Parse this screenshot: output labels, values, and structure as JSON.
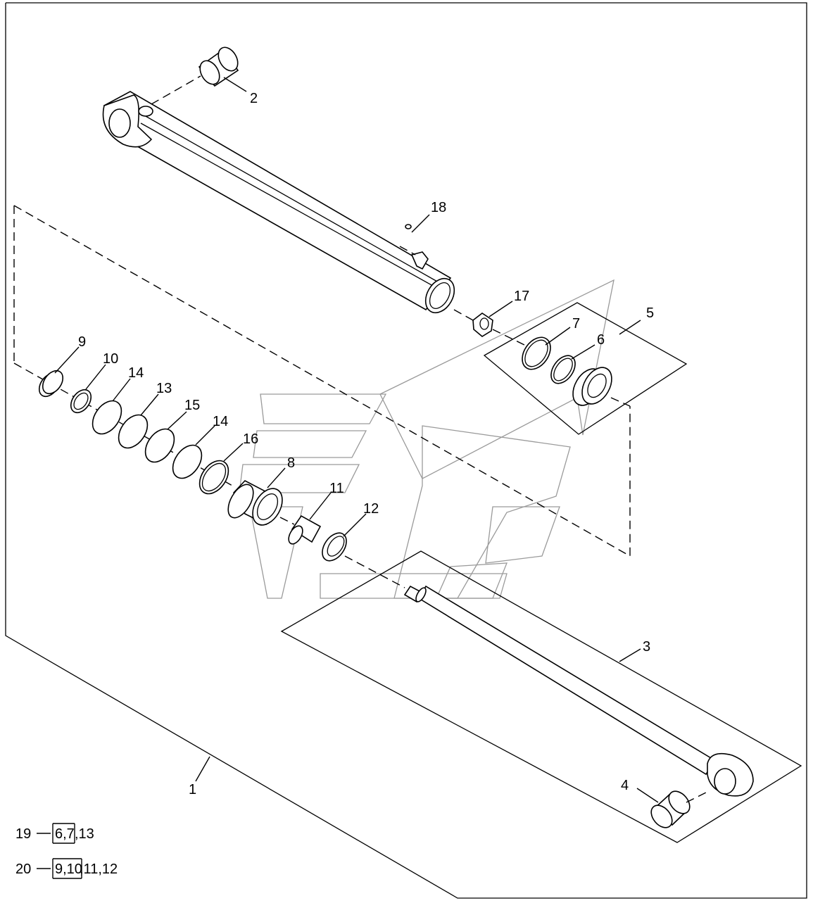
{
  "callouts": {
    "c1": "1",
    "c2": "2",
    "c3": "3",
    "c4": "4",
    "c5": "5",
    "c6": "6",
    "c7": "7",
    "c8": "8",
    "c9": "9",
    "c10": "10",
    "c11": "11",
    "c12": "12",
    "c13": "13",
    "c14a": "14",
    "c14b": "14",
    "c15": "15",
    "c16": "16",
    "c17": "17",
    "c18": "18"
  },
  "kits": [
    {
      "number": "19",
      "boxed": "6,7",
      "rest": ",13"
    },
    {
      "number": "20",
      "boxed": "9,10",
      "rest": ",11,12"
    }
  ]
}
